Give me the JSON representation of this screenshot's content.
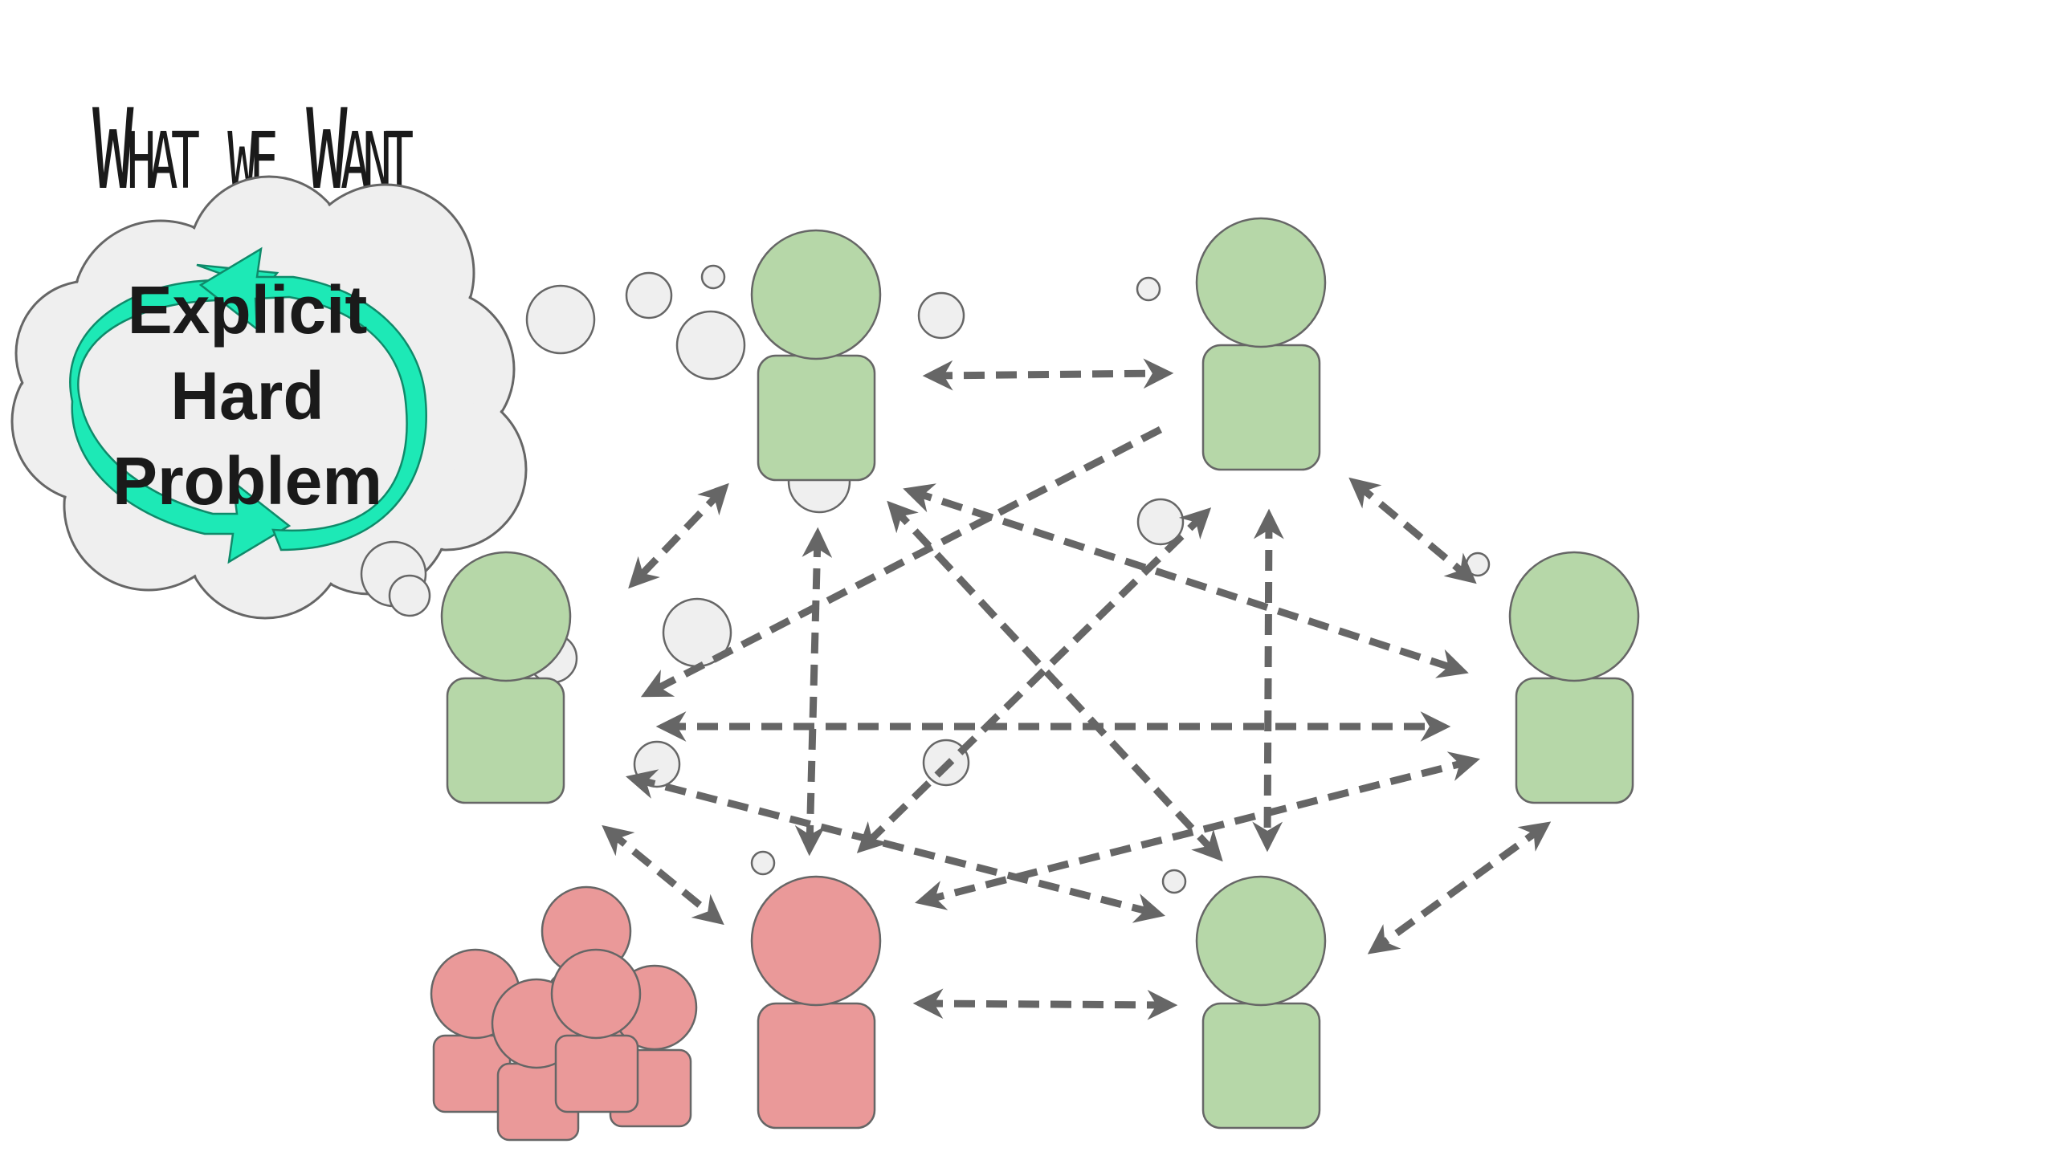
{
  "title": "What we Want",
  "thought": {
    "lines": [
      "Explicit",
      "Hard",
      "Problem"
    ]
  },
  "colors": {
    "person_green": "#b6d7a8",
    "person_red": "#ea9999",
    "outline_gray": "#666666",
    "bubble_fill": "#efefef",
    "cycle_teal": "#1de9b6"
  }
}
